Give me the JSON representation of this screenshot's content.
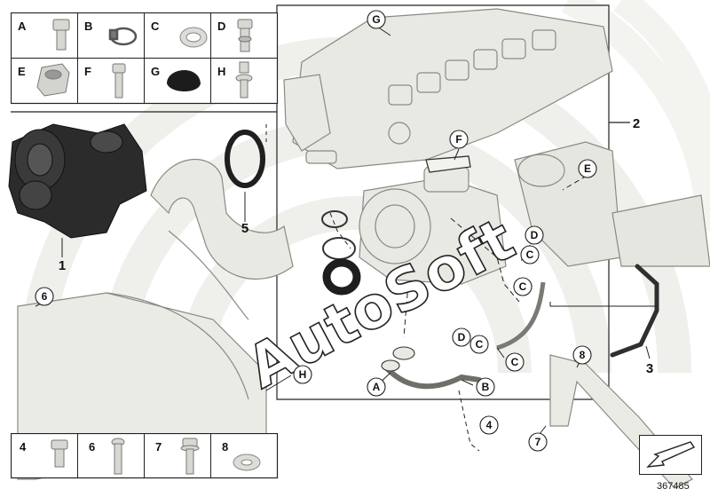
{
  "legend_top": {
    "cells": [
      {
        "label": "A",
        "icon": "hex-bolt-icon"
      },
      {
        "label": "B",
        "icon": "hose-clamp-icon"
      },
      {
        "label": "C",
        "icon": "seal-ring-icon"
      },
      {
        "label": "D",
        "icon": "banjo-bolt-icon"
      },
      {
        "label": "E",
        "icon": "hex-nut-icon"
      },
      {
        "label": "F",
        "icon": "stud-bolt-icon"
      },
      {
        "label": "G",
        "icon": "cap-icon"
      },
      {
        "label": "H",
        "icon": "bleed-screw-icon"
      }
    ]
  },
  "legend_bottom": {
    "cells": [
      {
        "label": "4",
        "icon": "hex-bolt-icon"
      },
      {
        "label": "6",
        "icon": "long-bolt-icon"
      },
      {
        "label": "7",
        "icon": "collar-bolt-icon"
      },
      {
        "label": "8",
        "icon": "washer-icon"
      }
    ]
  },
  "callouts": {
    "G": "G",
    "F": "F",
    "E": "E",
    "D1": "D",
    "C1": "C",
    "C2": "C",
    "D2": "D",
    "C3": "C",
    "C4": "C",
    "A": "A",
    "B": "B",
    "H": "H",
    "n6": "6",
    "n4": "4",
    "n7": "7",
    "n8": "8"
  },
  "numbers": {
    "n1": "1",
    "n2": "2",
    "n3": "3",
    "n5": "5"
  },
  "watermark": "AutoSoft",
  "part_number": "367485",
  "colors": {
    "part_fill": "#e9e9e4",
    "part_stroke": "#8a8a84",
    "dark_part": "#2b2b2b",
    "bg_arc": "#ededea"
  }
}
